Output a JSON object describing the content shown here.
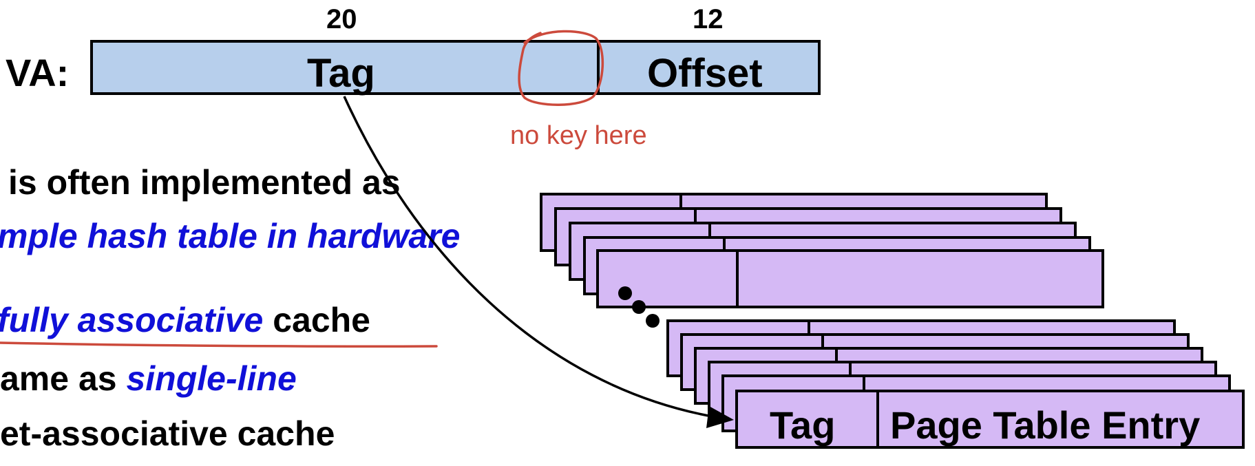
{
  "va": {
    "prefix": "VA:",
    "tag_label": "Tag",
    "offset_label": "Offset",
    "tag_bits": "20",
    "offset_bits": "12"
  },
  "annotation": {
    "text": "no key here",
    "color": "#cc4a3c"
  },
  "bullets": {
    "line1": "is often implemented as",
    "line2": "mple hash table in hardware",
    "line3_italic": "fully associative",
    "line3_rest": " cache",
    "line4_plain": "ame as ",
    "line4_italic": "single-line",
    "line5": "et-associative cache"
  },
  "table_entry": {
    "tag_label": "Tag",
    "pte_label": "Page Table Entry"
  },
  "colors": {
    "va_fill": "#b7cfec",
    "entry_fill": "#d5b9f5",
    "emphasis_blue": "#1010d8",
    "annotation_red": "#cc4a3c"
  }
}
